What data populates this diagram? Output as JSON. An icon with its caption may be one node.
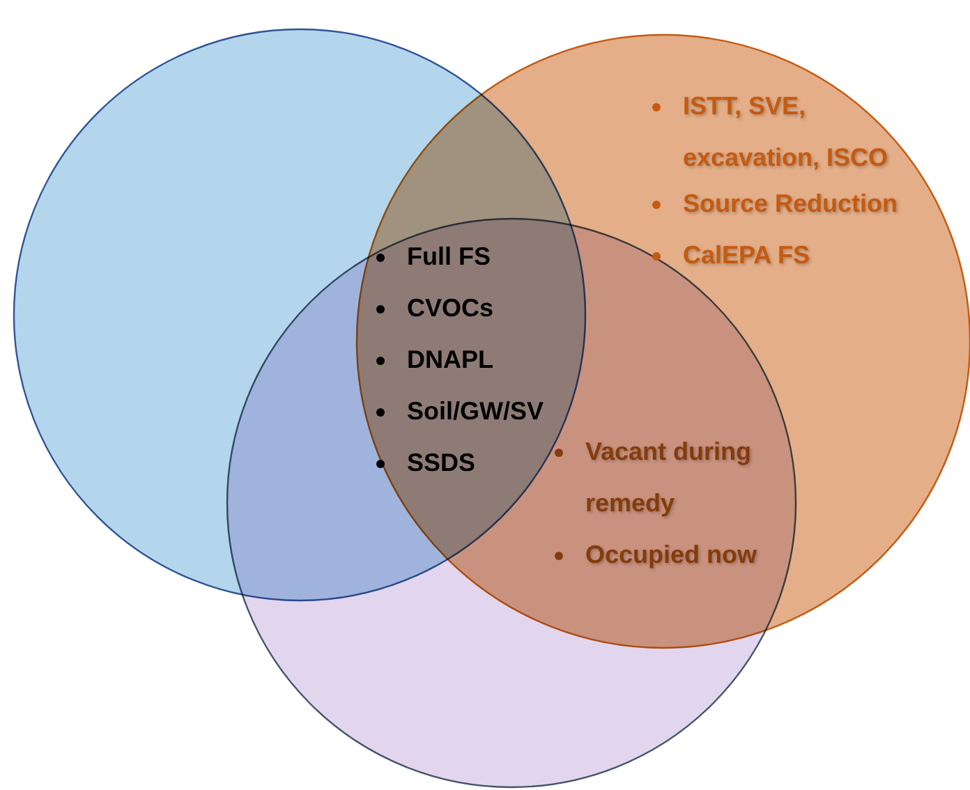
{
  "diagram": {
    "nodes": [
      {
        "text": [],
        "shape": "circle"
      },
      {
        "text": [],
        "shape": "circle"
      },
      {
        "text": [],
        "shape": "circle"
      }
    ],
    "labels": [
      "ISTT, SVE, excavation, ISCO",
      "Source Reduction",
      "CalEPA FS",
      "Full FS",
      "CVOCs",
      "DNAPL",
      "Soil/GW/SV",
      "SSDS",
      "Vacant during remedy",
      "Occupied now"
    ]
  }
}
